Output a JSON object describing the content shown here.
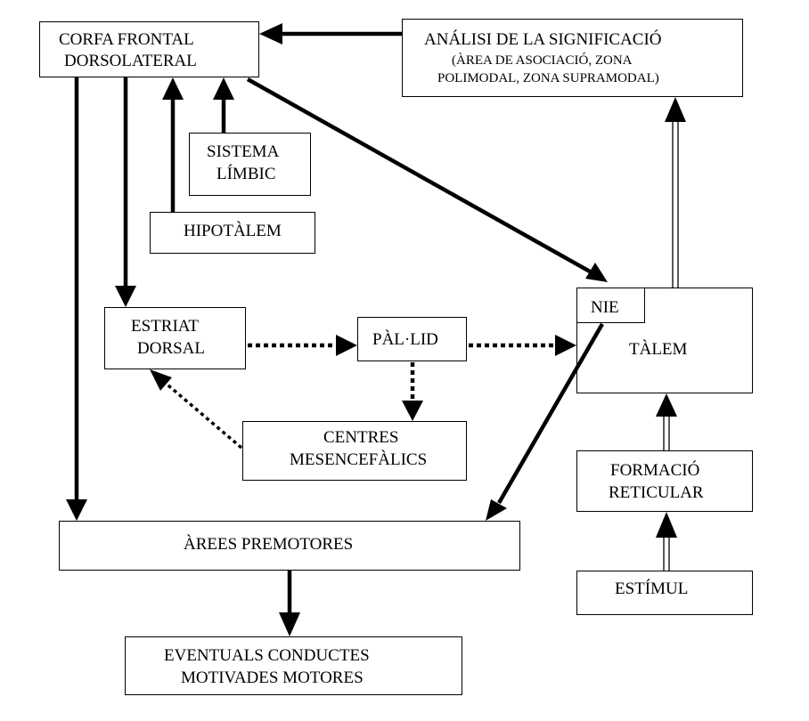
{
  "nodes": {
    "corfa": {
      "line1": "CORFA FRONTAL",
      "line2": "DORSOLATERAL"
    },
    "analisi": {
      "line1": "ANÁLISI  DE LA SIGNIFICACIÓ",
      "line2": "(ÀREA DE ASOCIACIÓ,    ZONA",
      "line3": "POLIMODAL, ZONA SUPRAMODAL)"
    },
    "limbic": {
      "line1": "SISTEMA",
      "line2": "LÍMBIC"
    },
    "hipotalem": {
      "label": "HIPOTÀLEM"
    },
    "estriat": {
      "line1": "ESTRIAT",
      "line2": "DORSAL"
    },
    "pallid": {
      "label": "PÀL·LID"
    },
    "nie": {
      "label": "NIE"
    },
    "talem": {
      "label": "TÀLEM"
    },
    "centres": {
      "line1": "CENTRES",
      "line2": "MESENCEFÀLICS"
    },
    "formacio": {
      "line1": "FORMACIÓ",
      "line2": "RETICULAR"
    },
    "premotores": {
      "label": "ÀREES PREMOTORES"
    },
    "estimul": {
      "label": "ESTÍMUL"
    },
    "eventuals": {
      "line1": "EVENTUALS   CONDUCTES",
      "line2": "MOTIVADES MOTORES"
    }
  },
  "colors": {
    "stroke": "#000000",
    "background": "#ffffff"
  }
}
